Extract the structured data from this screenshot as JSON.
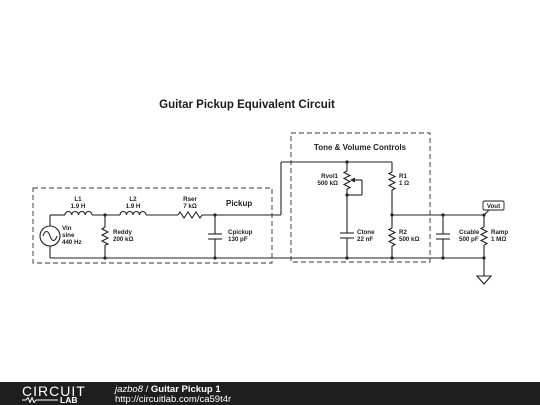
{
  "title": "Guitar Pickup Equivalent Circuit",
  "groups": {
    "pickup": "Pickup",
    "tone_volume": "Tone & Volume Controls"
  },
  "components": {
    "vin": {
      "name": "Vin",
      "type": "sine",
      "value": "440 Hz"
    },
    "l1": {
      "name": "L1",
      "value": "1.9 H"
    },
    "l2": {
      "name": "L2",
      "value": "1.9 H"
    },
    "rser": {
      "name": "Rser",
      "value": "7 kΩ"
    },
    "reddy": {
      "name": "Reddy",
      "value": "200 kΩ"
    },
    "cpickup": {
      "name": "Cpickup",
      "value": "130 pF"
    },
    "rvol1": {
      "name": "Rvol1",
      "value": "500 kΩ"
    },
    "ctone": {
      "name": "Ctone",
      "value": "22 nF"
    },
    "r1": {
      "name": "R1",
      "value": "1 Ω"
    },
    "r2": {
      "name": "R2",
      "value": "500 kΩ"
    },
    "ccable": {
      "name": "Ccable",
      "value": "500 pF"
    },
    "ramp": {
      "name": "Ramp",
      "value": "1 MΩ"
    }
  },
  "probe": "Vout",
  "footer": {
    "logo_top": "CIRCUIT",
    "logo_bottom": "LAB",
    "author": "jazbo8",
    "separator": " / ",
    "circuit_name": "Guitar Pickup 1",
    "url": "http://circuitlab.com/ca59t4r"
  }
}
